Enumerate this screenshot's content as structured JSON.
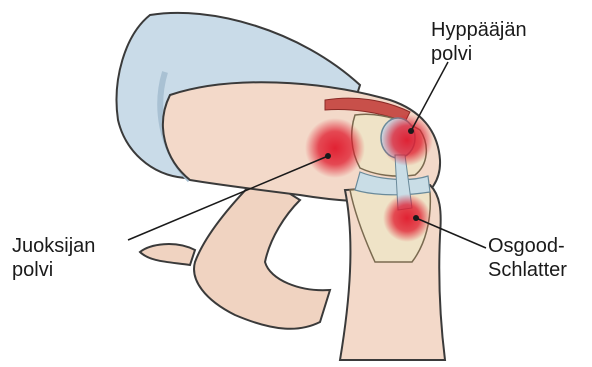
{
  "labels": {
    "jumper_knee": {
      "line1": "Hyppääjän",
      "line2": "polvi"
    },
    "runner_knee": {
      "line1": "Juoksijan",
      "line2": "polvi"
    },
    "osgood": {
      "line1": "Osgood-",
      "line2": "Schlatter"
    }
  },
  "colors": {
    "skin": "#f3d9c9",
    "skin_shadow": "#e5bfa9",
    "shorts": "#c9dbe8",
    "shorts_shadow": "#a9c1d3",
    "outline": "#3a3a3a",
    "bone": "#efe3c7",
    "ligament": "#c9dde6",
    "muscle": "#c8504a",
    "inflammation": "#e0182b"
  }
}
